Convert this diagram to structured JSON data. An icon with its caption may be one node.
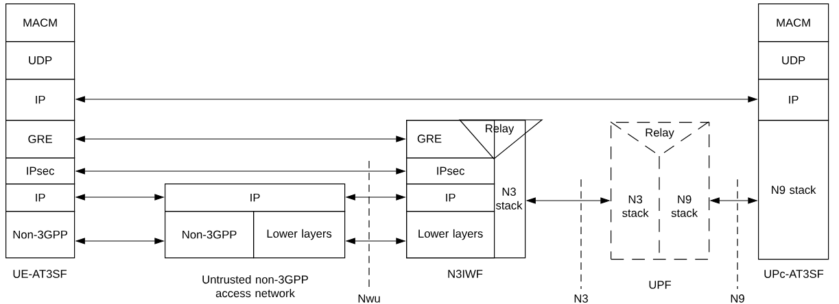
{
  "diagram": {
    "nodes": [
      {
        "text": [
          "MACM"
        ]
      },
      {
        "text": [
          "UDP"
        ]
      },
      {
        "text": [
          "IP"
        ]
      },
      {
        "text": [
          "GRE"
        ]
      },
      {
        "text": [
          "IPsec"
        ]
      },
      {
        "text": [
          "IP"
        ]
      },
      {
        "text": [
          "Non-3GPP"
        ]
      },
      {
        "text": [
          "IP"
        ]
      },
      {
        "text": [
          "Non-3GPP"
        ]
      },
      {
        "text": [
          "Lower layers"
        ]
      },
      {
        "text": [
          "N3 stack"
        ]
      },
      {
        "text": [
          "GRE"
        ],
        "in": 10
      },
      {
        "text": [
          "IPsec"
        ],
        "in": 10
      },
      {
        "text": [
          "IP"
        ],
        "in": 10
      },
      {
        "text": [
          "Lower layers"
        ],
        "in": 10
      },
      {
        "text": [
          "Relay"
        ]
      },
      {
        "text": [],
        "shape": "box"
      },
      {
        "text": [
          "Relay"
        ],
        "in": 16
      },
      {
        "text": [
          "N3 stack"
        ],
        "in": 16
      },
      {
        "text": [
          "N9 stack"
        ],
        "in": 16
      },
      {
        "text": [
          "MACM"
        ]
      },
      {
        "text": [
          "UDP"
        ]
      },
      {
        "text": [
          "IP"
        ]
      },
      {
        "text": [
          "N9 stack"
        ]
      }
    ],
    "edges": [
      {
        "from": 2,
        "to": 22,
        "arrow": "both"
      },
      {
        "from": 3,
        "to": 11,
        "arrow": "both"
      },
      {
        "from": 4,
        "to": 12,
        "arrow": "both"
      },
      {
        "from": 5,
        "to": 7,
        "arrow": "both"
      },
      {
        "from": 7,
        "to": 13,
        "arrow": "both"
      },
      {
        "from": 6,
        "to": 8,
        "arrow": "both"
      },
      {
        "from": 9,
        "to": 14,
        "arrow": "both"
      },
      {
        "from": 10,
        "to": 18,
        "arrow": "both"
      },
      {
        "from": 19,
        "to": 23,
        "arrow": "both"
      }
    ],
    "labels": [
      "UE-AT3SF",
      "Untrusted non-3GPP access network",
      "Nwu",
      "N3IWF",
      "N3",
      "UPF",
      "N9",
      "UPc-AT3SF"
    ]
  }
}
